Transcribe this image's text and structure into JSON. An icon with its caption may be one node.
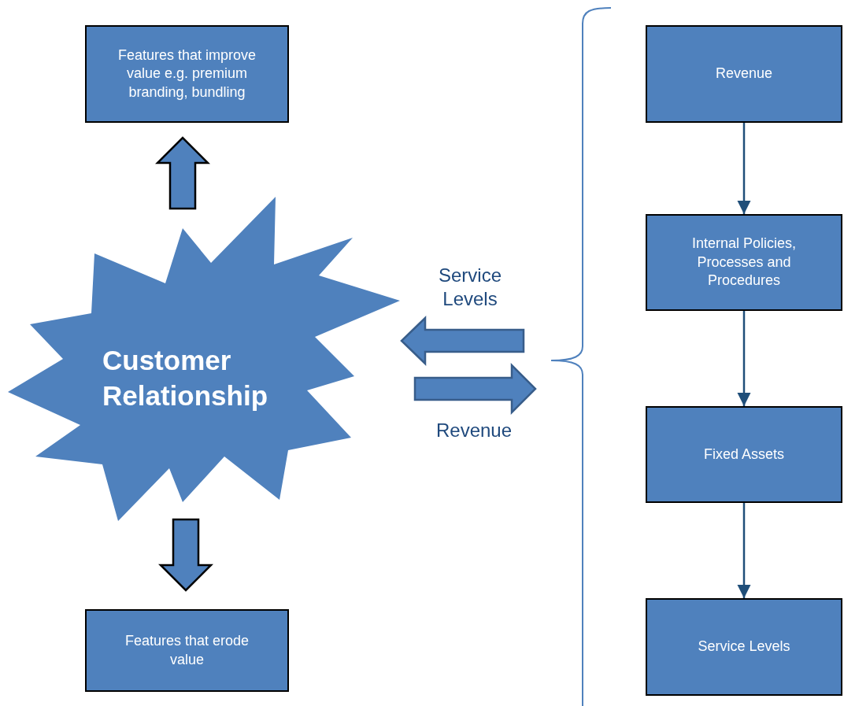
{
  "diagram": {
    "nodes": [
      {
        "text": [
          "Features that improve value e.g. premium branding, bundling"
        ]
      },
      {
        "text": [
          "Customer Relationship"
        ]
      },
      {
        "text": [
          "Features that erode value"
        ]
      },
      {
        "text": [
          "Revenue"
        ]
      },
      {
        "text": [
          "Internal Policies, Processes and Procedures"
        ]
      },
      {
        "text": [
          "Fixed Assets"
        ]
      },
      {
        "text": [
          "Service Levels"
        ]
      }
    ],
    "edges": [
      {
        "from": 1,
        "to": 0,
        "arrow": "to",
        "style": "thick"
      },
      {
        "from": 1,
        "to": 2,
        "arrow": "to",
        "style": "thick"
      },
      {
        "from": null,
        "to": 1,
        "arrow": "to",
        "style": "thick",
        "label": "Service Levels"
      },
      {
        "from": 1,
        "to": null,
        "arrow": "to",
        "style": "thick",
        "label": "Revenue"
      },
      {
        "from": 3,
        "to": 4,
        "arrow": "to"
      },
      {
        "from": 4,
        "to": 5,
        "arrow": "to"
      },
      {
        "from": 5,
        "to": 6,
        "arrow": "to"
      }
    ]
  }
}
